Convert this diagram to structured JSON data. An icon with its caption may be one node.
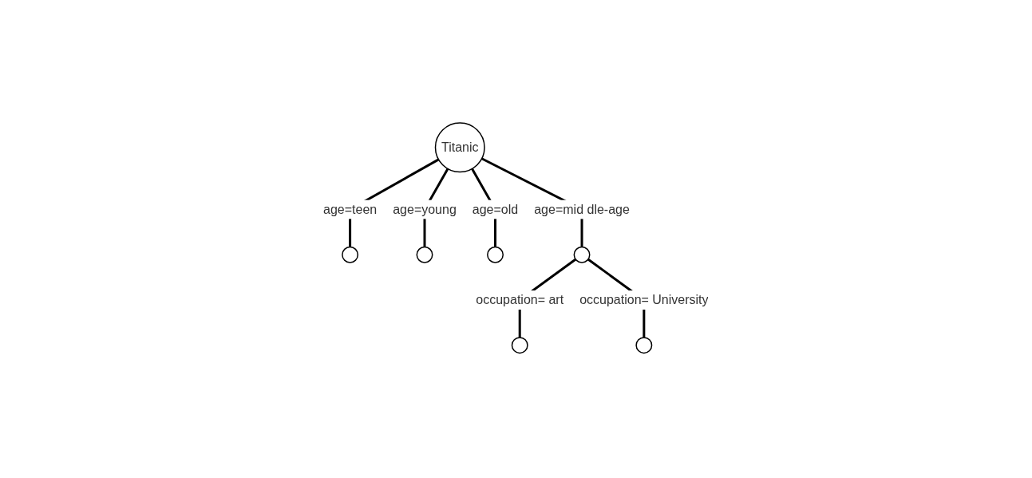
{
  "diagram": {
    "nodes": [
      {
        "text": [
          "Titanic"
        ]
      },
      {
        "text": [],
        "shape": "circle"
      },
      {
        "text": [],
        "shape": "circle"
      },
      {
        "text": [],
        "shape": "circle"
      },
      {
        "text": [],
        "shape": "circle"
      },
      {
        "text": [],
        "shape": "circle"
      },
      {
        "text": [],
        "shape": "circle"
      }
    ],
    "edges": [
      {
        "from": 0,
        "to": 1,
        "arrow": "none",
        "label": "age=teen"
      },
      {
        "from": 0,
        "to": 2,
        "arrow": "none",
        "label": "age=young"
      },
      {
        "from": 0,
        "to": 3,
        "arrow": "none",
        "label": "age=old"
      },
      {
        "from": 0,
        "to": 4,
        "arrow": "none",
        "label": "age=mid dle-age"
      },
      {
        "from": 4,
        "to": 5,
        "arrow": "none",
        "label": "occupation= art"
      },
      {
        "from": 4,
        "to": 6,
        "arrow": "none",
        "label": "occupation= University"
      }
    ]
  }
}
